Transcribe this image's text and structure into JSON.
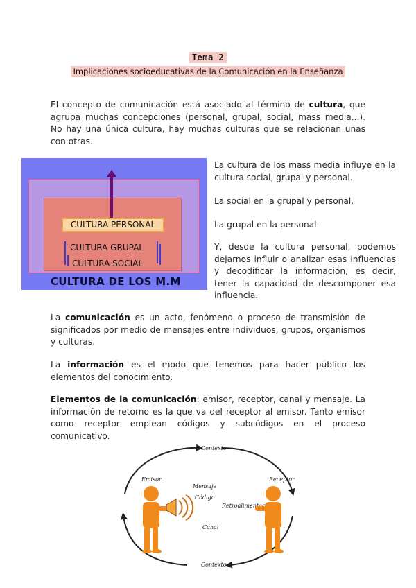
{
  "header": {
    "topic": "Tema 2",
    "subtitle": "Implicaciones socioeducativas de la Comunicación en la Enseñanza"
  },
  "intro": {
    "t1": "El concepto de comunicación está asociado al término de ",
    "b1": "cultura",
    "t2": ", que agrupa muchas concepciones (personal, grupal, social, mass media...). No hay una única cultura, hay muchas culturas que se relacionan unas con otras."
  },
  "culture_diagram": {
    "personal": "CULTURA PERSONAL",
    "grupal": "CULTURA GRUPAL",
    "social": "CULTURA SOCIAL",
    "mass_media": "CULTURA DE LOS M.M",
    "colors": {
      "outer": "#7779f2",
      "middle": "#b597e4",
      "inner": "#e5837b",
      "personal_box": "#fbd5a3",
      "arrow": "#6a0a72"
    }
  },
  "side_text": {
    "p1": "La cultura de los mass media influye en la cultura social, grupal y personal.",
    "p2": "La social en la grupal y personal.",
    "p3": "La grupal en la personal.",
    "p4": "Y, desde la cultura personal, podemos dejarnos influir o analizar esas influencias y decodificar la información, es decir, tener la capacidad de descomponer esa influencia."
  },
  "comunicacion": {
    "t1": "La ",
    "b1": "comunicación",
    "t2": " es un acto, fenómeno o proceso de transmisión de significados por medio de mensajes entre individuos, grupos, organismos y culturas."
  },
  "informacion": {
    "t1": "La ",
    "b1": "información",
    "t2": " es el modo que tenemos para hacer público los elementos del conocimiento."
  },
  "elementos": {
    "b1": "Elementos de la comunicación",
    "t1": ": emisor, receptor, canal y mensaje. La información de retorno es la que va del receptor al emisor. Tanto emisor como receptor emplean códigos y subcódigos en el proceso comunicativo."
  },
  "comm_diagram": {
    "contexto_top": "Contexto",
    "contexto_bottom": "Contexto",
    "emisor": "Emisor",
    "receptor": "Receptor",
    "mensaje": "Mensaje",
    "codigo": "Código",
    "retro": "Retroalimentación",
    "canal": "Canal"
  }
}
